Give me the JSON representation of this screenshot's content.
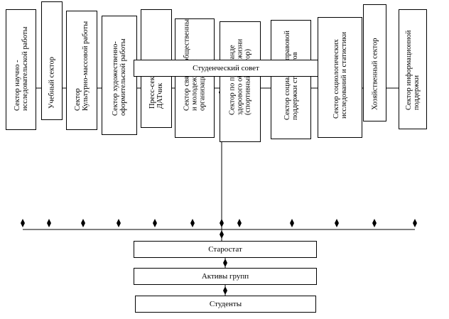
{
  "sectors": [
    {
      "id": "science",
      "label": "Сектор научно -\nисследовательской работы"
    },
    {
      "id": "study",
      "label": "Учебный сектор"
    },
    {
      "id": "culture",
      "label": "Сектор\nКультурно-массовой работы"
    },
    {
      "id": "art",
      "label": "Сектор художественно-\nоформительской работы"
    },
    {
      "id": "press",
      "label": "Пресс-сектор\nДАТчик"
    },
    {
      "id": "public",
      "label": "Сектор связи с общественными\nи молодежными\nорганизациями"
    },
    {
      "id": "health",
      "label": "Сектор по пропаганде\nздорового образа жизни\n(спортивный сектор)"
    },
    {
      "id": "social",
      "label": "Сектор социально-правовой\nподдержки студентов"
    },
    {
      "id": "sociology",
      "label": "Сектор социологических\nисследований и статистики"
    },
    {
      "id": "economy",
      "label": "Хозяйственный сектор"
    },
    {
      "id": "info",
      "label": "Сектор информационной\nподдержки"
    }
  ],
  "council": {
    "label": "Студенческий совет"
  },
  "chain": [
    {
      "id": "starostat",
      "label": "Старостат"
    },
    {
      "id": "groups",
      "label": "Активы групп"
    },
    {
      "id": "students",
      "label": "Студенты"
    }
  ]
}
